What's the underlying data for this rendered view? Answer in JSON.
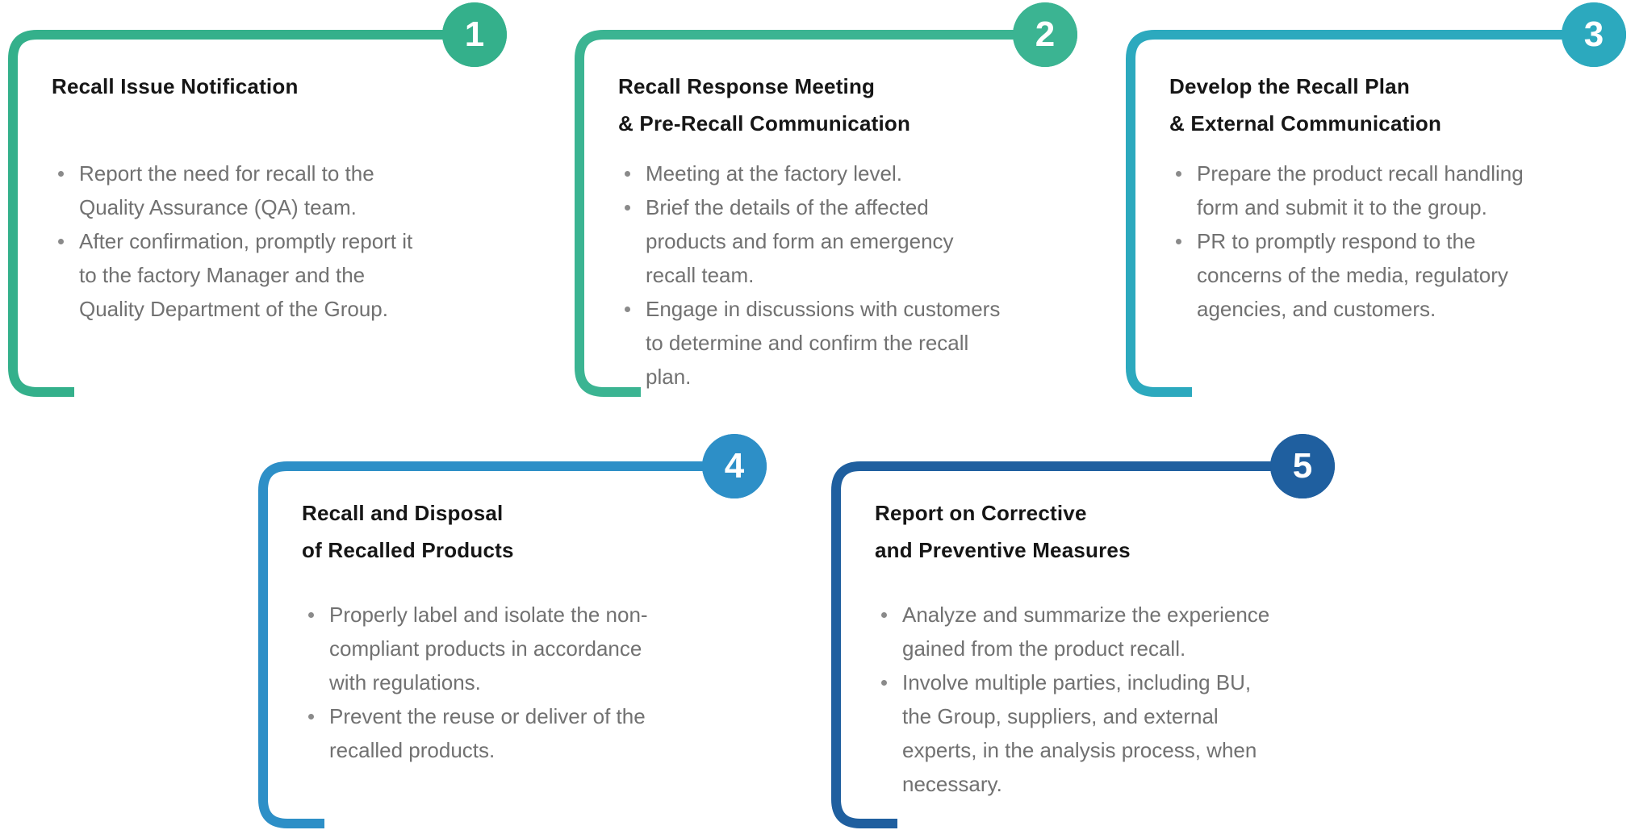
{
  "diagram": {
    "steps": [
      {
        "number": "1",
        "color": "#34B08B",
        "title_lines": [
          "Recall Issue Notification"
        ],
        "bullets": [
          "Report the need for recall to the Quality Assurance (QA) team.",
          "After confirmation, promptly report it to the factory Manager and the Quality Department of the Group."
        ]
      },
      {
        "number": "2",
        "color": "#3BB492",
        "title_lines": [
          "Recall Response Meeting",
          "& Pre-Recall Communication"
        ],
        "bullets": [
          "Meeting at the factory level.",
          "Brief the details of the affected products and form an emergency recall team.",
          "Engage in discussions with customers to determine and confirm the recall plan."
        ]
      },
      {
        "number": "3",
        "color": "#2CA9BE",
        "title_lines": [
          "Develop the Recall Plan",
          "& External Communication"
        ],
        "bullets": [
          "Prepare the product recall handling form and submit it to the group.",
          "PR to promptly respond to the concerns of the media, regulatory agencies, and customers."
        ]
      },
      {
        "number": "4",
        "color": "#2D8FC7",
        "title_lines": [
          "Recall and Disposal",
          "of Recalled Products"
        ],
        "bullets": [
          "Properly label and isolate the non-compliant products in accordance with regulations.",
          "Prevent the reuse or deliver of the recalled products."
        ]
      },
      {
        "number": "5",
        "color": "#1F5F9F",
        "title_lines": [
          "Report on Corrective",
          "and Preventive Measures"
        ],
        "bullets": [
          "Analyze and summarize the experience gained from the product recall.",
          "Involve multiple parties, including BU, the Group, suppliers, and external experts, in the analysis process, when necessary."
        ]
      }
    ]
  }
}
